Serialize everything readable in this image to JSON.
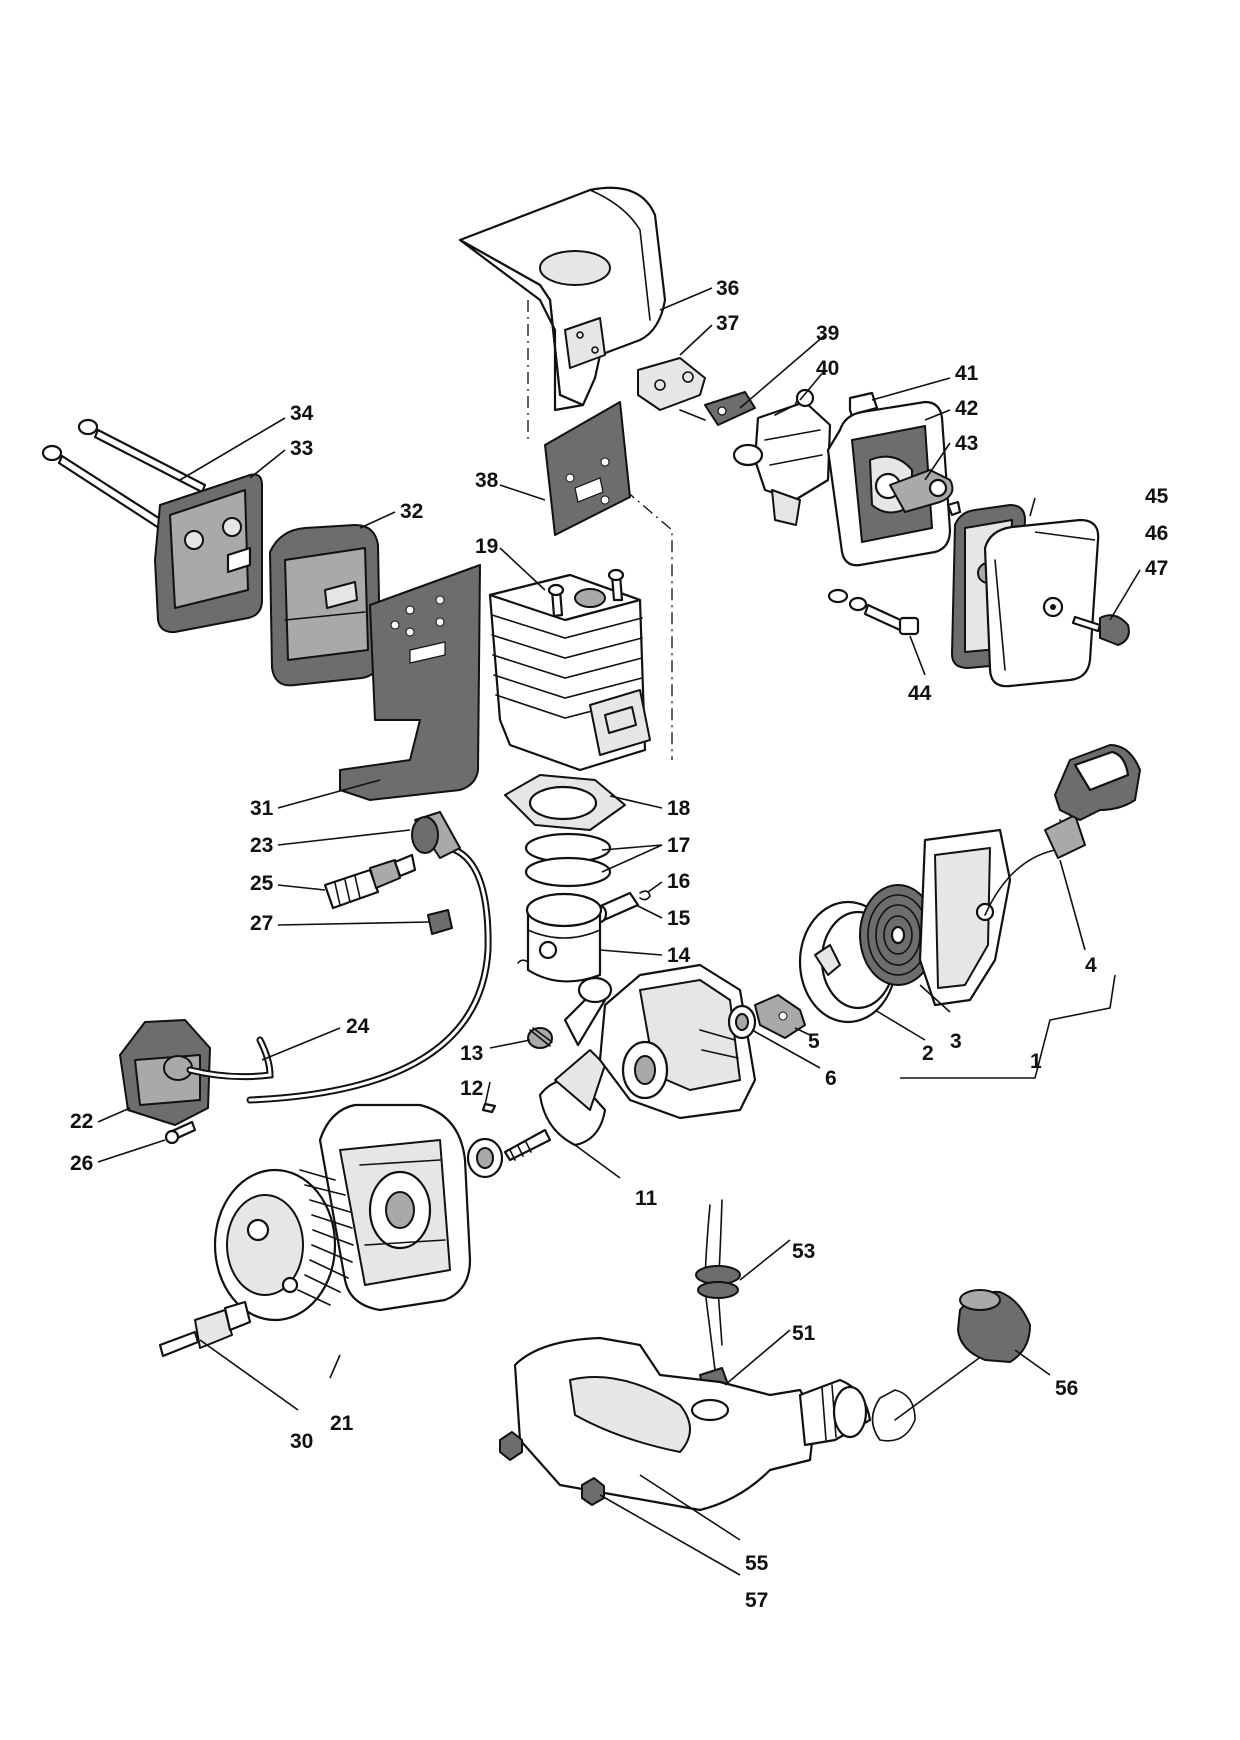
{
  "callouts": [
    {
      "id": "36",
      "text": "36"
    },
    {
      "id": "37",
      "text": "37"
    },
    {
      "id": "39",
      "text": "39"
    },
    {
      "id": "40",
      "text": "40"
    },
    {
      "id": "41",
      "text": "41"
    },
    {
      "id": "42",
      "text": "42"
    },
    {
      "id": "43",
      "text": "43"
    },
    {
      "id": "34",
      "text": "34"
    },
    {
      "id": "33",
      "text": "33"
    },
    {
      "id": "38",
      "text": "38"
    },
    {
      "id": "32",
      "text": "32"
    },
    {
      "id": "19",
      "text": "19"
    },
    {
      "id": "45",
      "text": "45"
    },
    {
      "id": "46",
      "text": "46"
    },
    {
      "id": "47",
      "text": "47"
    },
    {
      "id": "44",
      "text": "44"
    },
    {
      "id": "31",
      "text": "31"
    },
    {
      "id": "18",
      "text": "18"
    },
    {
      "id": "23",
      "text": "23"
    },
    {
      "id": "17",
      "text": "17"
    },
    {
      "id": "25",
      "text": "25"
    },
    {
      "id": "16",
      "text": "16"
    },
    {
      "id": "15",
      "text": "15"
    },
    {
      "id": "27",
      "text": "27"
    },
    {
      "id": "14",
      "text": "14"
    },
    {
      "id": "4",
      "text": "4"
    },
    {
      "id": "5",
      "text": "5"
    },
    {
      "id": "2",
      "text": "2"
    },
    {
      "id": "3",
      "text": "3"
    },
    {
      "id": "24",
      "text": "24"
    },
    {
      "id": "13",
      "text": "13"
    },
    {
      "id": "1",
      "text": "1"
    },
    {
      "id": "6",
      "text": "6"
    },
    {
      "id": "12",
      "text": "12"
    },
    {
      "id": "22",
      "text": "22"
    },
    {
      "id": "26",
      "text": "26"
    },
    {
      "id": "11",
      "text": "11"
    },
    {
      "id": "53",
      "text": "53"
    },
    {
      "id": "51",
      "text": "51"
    },
    {
      "id": "56",
      "text": "56"
    },
    {
      "id": "21",
      "text": "21"
    },
    {
      "id": "30",
      "text": "30"
    },
    {
      "id": "55",
      "text": "55"
    },
    {
      "id": "57",
      "text": "57"
    }
  ]
}
